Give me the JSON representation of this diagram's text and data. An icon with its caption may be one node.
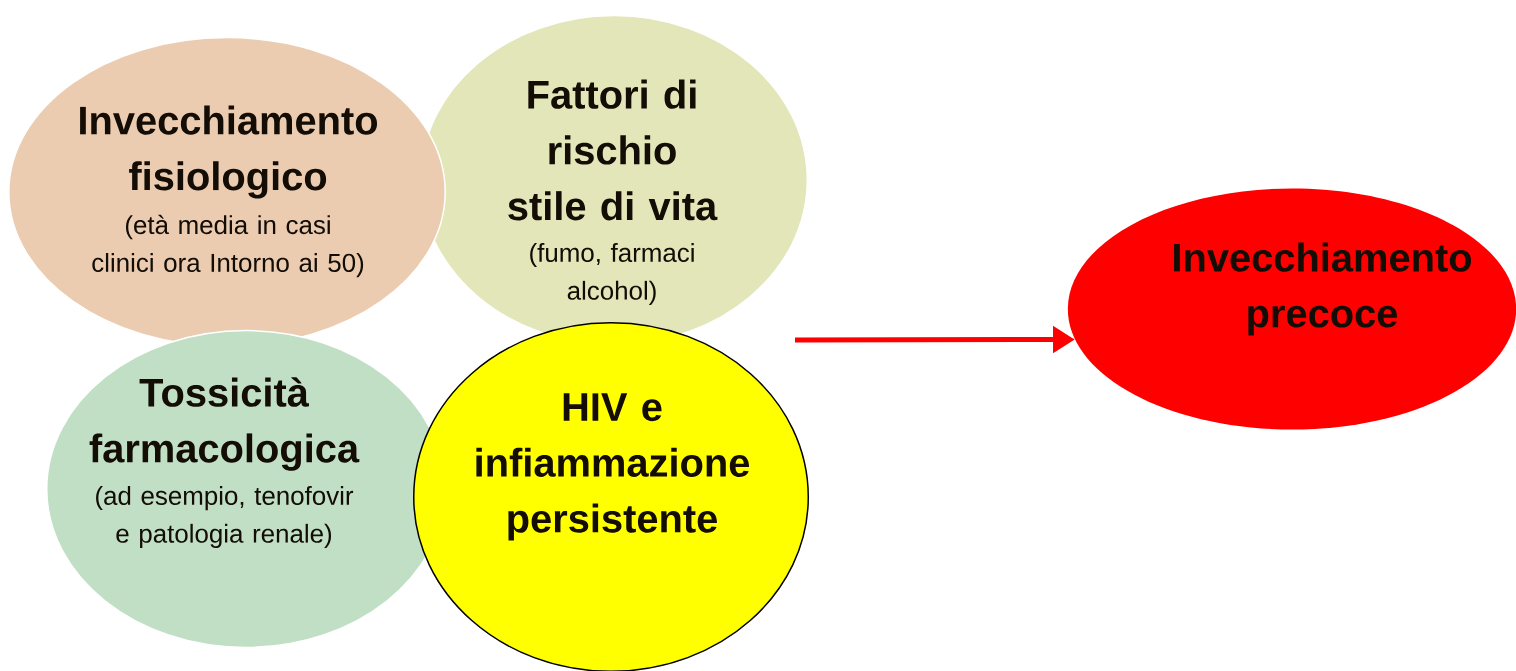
{
  "diagram": {
    "nodes": [
      {
        "text": [
          "Invecchiamento fisiologico",
          "(età media in casi clinici ora Intorno ai 50)"
        ]
      },
      {
        "text": [
          "Fattori di rischio stile di vita",
          "(fumo, farmaci alcohol)"
        ]
      },
      {
        "text": [
          "Tossicità farmacologica",
          "(ad esempio, tenofovir e patologia renale)"
        ]
      },
      {
        "text": [
          "HIV e infiammazione persistente"
        ]
      },
      {
        "text": [
          "Invecchiamento precoce"
        ]
      }
    ],
    "edges": [
      {
        "from": null,
        "to": 4,
        "arrow": "to",
        "color": "#ff0000"
      }
    ]
  }
}
